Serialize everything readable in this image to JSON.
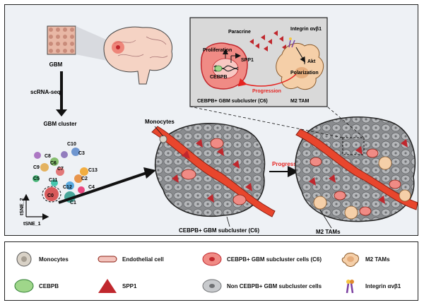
{
  "figure": {
    "labels": {
      "gbm": "GBM",
      "scrnaseq": "scRNA-seq",
      "gbm_cluster": "GBM cluster",
      "tsne1": "tSNE_1",
      "tsne2": "tSNE_2",
      "monocytes": "Monocytes",
      "progression_mid": "Progression",
      "subcluster_mid": "CEBPB+ GBM subcluster (C6)",
      "m2_tams": "M2 TAMs"
    },
    "clusters": [
      "C10",
      "C3",
      "C8",
      "C6",
      "C9",
      "C7",
      "C13",
      "C2",
      "C5",
      "C11",
      "C12",
      "C4",
      "C0",
      "C1"
    ],
    "inset": {
      "paracrine": "Paracrine",
      "integrin": "Integrin αvβ1",
      "proliferation": "Proliferation",
      "spp1": "SPP1",
      "cebpb": "CEBPB",
      "akt": "Akt",
      "polarization": "Polarization",
      "progression": "Progression",
      "subcluster": "CEBPB+ GBM subcluster (C6)",
      "m2_tam": "M2 TAM"
    }
  },
  "legend": {
    "monocytes": "Monocytes",
    "endothelial": "Endothelial cell",
    "cebpb_cells": "CEBPB+ GBM subcluster cells (C6)",
    "m2_tams": "M2 TAMs",
    "cebpb": "CEBPB",
    "spp1": "SPP1",
    "non_cebpb": "Non CEBPB+ GBM subcluster cells",
    "integrin": "Integrin αvβ1"
  },
  "colors": {
    "vessel": "#e8462d",
    "tumor": "#808285",
    "spp1": "#c0272d",
    "cebpb_cell": "#f08b85",
    "cebpb": "#9fd68a",
    "tam": "#f5cfa8",
    "monocyte": "#d9d2c7",
    "inset_bg": "#d9d9d9"
  }
}
